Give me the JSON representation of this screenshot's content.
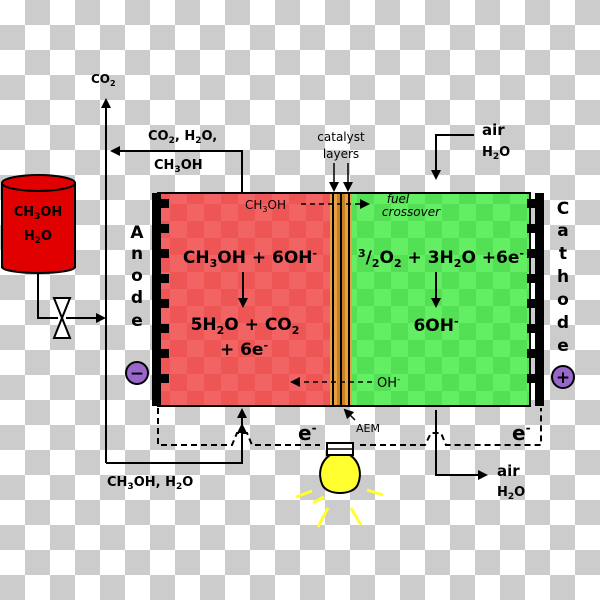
{
  "tank": {
    "line1": "CH3OH",
    "line2": "H2O"
  },
  "outlet_top": "CO2",
  "anode_exhaust": {
    "line1": "CO2, H2O,",
    "line2": "CH3OH"
  },
  "anode_inlet": "CH3OH, H2O",
  "catalyst": {
    "line1": "catalyst",
    "line2": "layers"
  },
  "fuel_label": {
    "ch3oh": "CH3OH",
    "line1": "fuel",
    "line2": "crossover"
  },
  "air_in": {
    "line1": "air",
    "line2": "H2O"
  },
  "air_out": {
    "line1": "air",
    "line2": "H2O"
  },
  "anode_word": [
    "A",
    "n",
    "o",
    "d",
    "e"
  ],
  "cathode_word": [
    "C",
    "a",
    "t",
    "h",
    "o",
    "d",
    "e"
  ],
  "anode_rxn": {
    "line1": "CH3OH + 6OH-",
    "line2": "5H2O + CO2",
    "line3": "+ 6e-"
  },
  "cathode_rxn": {
    "line1": "3/2O2 + 3H2O +6e-",
    "line2": "6OH-"
  },
  "oh_label": "OH-",
  "aem": "AEM",
  "electron_left": "e-",
  "electron_right": "e-",
  "minus_sign": "−",
  "plus_sign": "+",
  "colors": {
    "anode": "#f05a5a",
    "cathode": "#5ae85a",
    "membrane": "#e8a040",
    "tank": "#e00000",
    "bulb": "#ffff30",
    "terminal": "#9966cc"
  }
}
